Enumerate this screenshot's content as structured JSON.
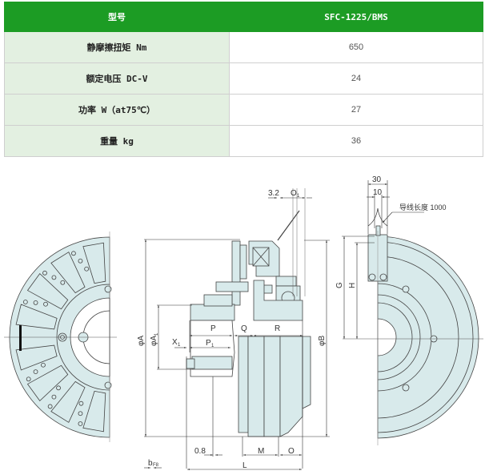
{
  "spec_table": {
    "header": {
      "label": "型号",
      "model": "SFC-1225/BMS"
    },
    "rows": [
      {
        "label": "静摩擦扭矩 Nm",
        "value": "650"
      },
      {
        "label": "额定电压 DC-V",
        "value": "24"
      },
      {
        "label": "功率 W（at75℃）",
        "value": "27"
      },
      {
        "label": "重量 kg",
        "value": "36"
      }
    ]
  },
  "drawing": {
    "dimensions": {
      "d_3_2": "3.2",
      "o1": "O",
      "o1_sub": "1",
      "p": "P",
      "q": "Q",
      "r": "R",
      "p1": "P",
      "p1_sub": "1",
      "x1": "X",
      "x1_sub": "1",
      "phi_a": "φA",
      "phi_a1": "φA",
      "phi_a1_sub": "1",
      "phi_b": "φB",
      "d_0_8": "0.8",
      "m": "M",
      "o": "O",
      "l": "L",
      "b": "b",
      "b_sub": "F8",
      "w30": "30",
      "w10": "10",
      "lead_length": "导线长度 1000",
      "g": "G",
      "h": "H"
    },
    "colors": {
      "fill": "#d8eaeb",
      "line": "#444444",
      "header_green": "#1c9c24",
      "label_bg": "#e3f0e1"
    }
  }
}
